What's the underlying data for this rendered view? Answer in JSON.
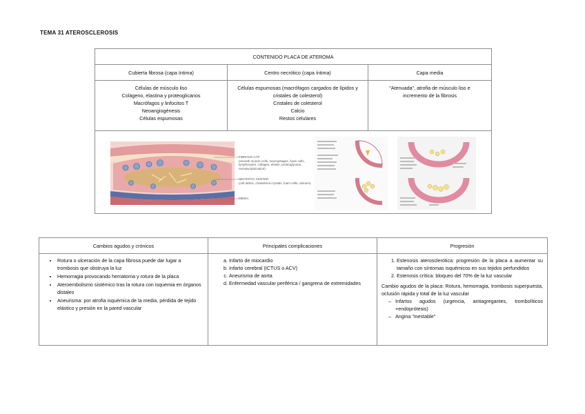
{
  "doc_title": "TEMA 31 ATEROSCLEROSIS",
  "table1": {
    "header": "CONTENIDO PLACA DE ATEROMA",
    "columns": [
      "Cubierta fibrosa (capa íntima)",
      "Centro necrótico (capa íntima)",
      "Capa media"
    ],
    "col1_lines": [
      "Células de músculo liso",
      "Colágeno, elastina y proteoglicanos",
      "Macrófagos y linfocitos T",
      "Neoangiogénesis",
      "Células espumosas"
    ],
    "col2_lines": [
      "Células espumosas (macrófagos cargados de lípidos y cristales de colesterol)",
      "Cristales de colesterol",
      "Calcio",
      "Restos celulares"
    ],
    "col3_text": "\"Atenuada\", atrofia de músculo liso e incremento de la fibrosis",
    "figure_labels": {
      "fibrous_cap": "FIBROUS CAP",
      "fibrous_cap_desc": "(smooth muscle cells, macrophages, foam cells, lymphocytes, collagen, elastin, proteoglycans, neovascularization)",
      "necrotic_center": "NECROTIC CENTER",
      "necrotic_center_desc": "(cell debris, cholesterol crystals, foam cells, calcium)",
      "media": "MEDIA"
    }
  },
  "table2": {
    "columns": [
      "Cambios agudos y crónicos",
      "Principales complicaciones",
      "Progresión"
    ],
    "col1_items": [
      "Rotura o ulceración de la capa fibrosa puede dar lugar a trombosis que obstruya la luz",
      "Hemorragia provocando hematoma y rotura de la placa",
      "Ateroembolismo sistémico tras la rotura con isquemia en órganos distales",
      "Aneurisma: por atrofia isquémica de la media, pérdida de tejido elástico y presión en la pared vascular"
    ],
    "col2_items": [
      "Infarto de miocardio",
      "Infarto cerebral (ICTUS o ACV)",
      "Aneurisma de aorta",
      "Enfermedad vascular periférica / gangrena de extremidades"
    ],
    "col3_numbered": [
      "Estenosis aterosclerótica: progresión de la placa a aumentar su tamaño con síntomas isquémicos en sus tejidos perfundidos",
      "Estenosis crítica: bloqueo del 70% de la luz vascular"
    ],
    "col3_paragraph": "Cambio agudos de la placa: Rotura, hemorragia, trombosis superpuesta, oclusión rápida y total de la luz vascular",
    "col3_dash": [
      "Infartos agudos (urgencia, antiagregantes, trombolíticos +endoprótesis)",
      "Angina \"inestable\""
    ]
  },
  "colors": {
    "border": "#8c8c8c",
    "plaque_pink": "#e8a9a8",
    "plaque_core": "#d9b27a",
    "media_blue": "#5b6fa6"
  }
}
